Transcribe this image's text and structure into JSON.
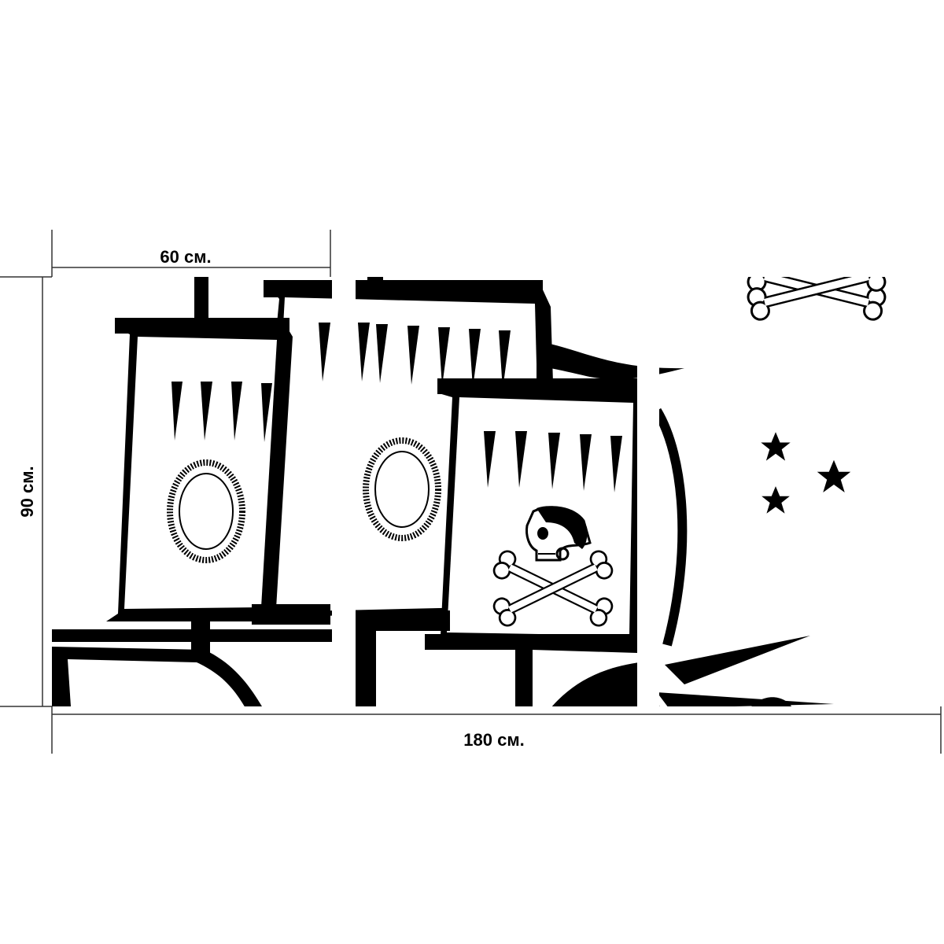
{
  "dimensions": {
    "panel_width": "60 см.",
    "height": "90 см.",
    "total_width": "180 см."
  },
  "artwork": {
    "panels": 3,
    "subject-icons": [
      "pirate-ship-icon",
      "skull-and-crossbones-icon",
      "crossbones-icon",
      "star-icon",
      "ornament-ring-icon"
    ],
    "stars": 3
  },
  "colors": {
    "ink": "#000000",
    "background": "#ffffff",
    "guide": "#333333"
  }
}
